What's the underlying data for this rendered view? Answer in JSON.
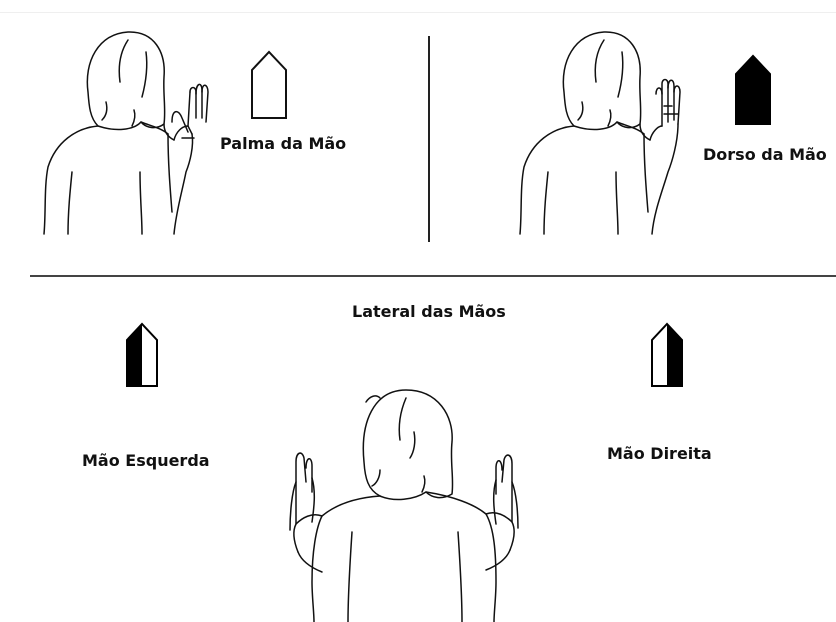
{
  "panels": {
    "palm": {
      "label": "Palma da Mão",
      "symbol_icon": "hand-palm-outline-icon"
    },
    "back": {
      "label": "Dorso da Mão",
      "symbol_icon": "hand-back-filled-icon"
    },
    "lateral": {
      "title": "Lateral das Mãos",
      "left_label": "Mão Esquerda",
      "right_label": "Mão Direita",
      "left_symbol_icon": "hand-left-half-filled-icon",
      "right_symbol_icon": "hand-right-half-filled-icon"
    }
  },
  "colors": {
    "ink": "#111111",
    "divider": "#222222"
  }
}
